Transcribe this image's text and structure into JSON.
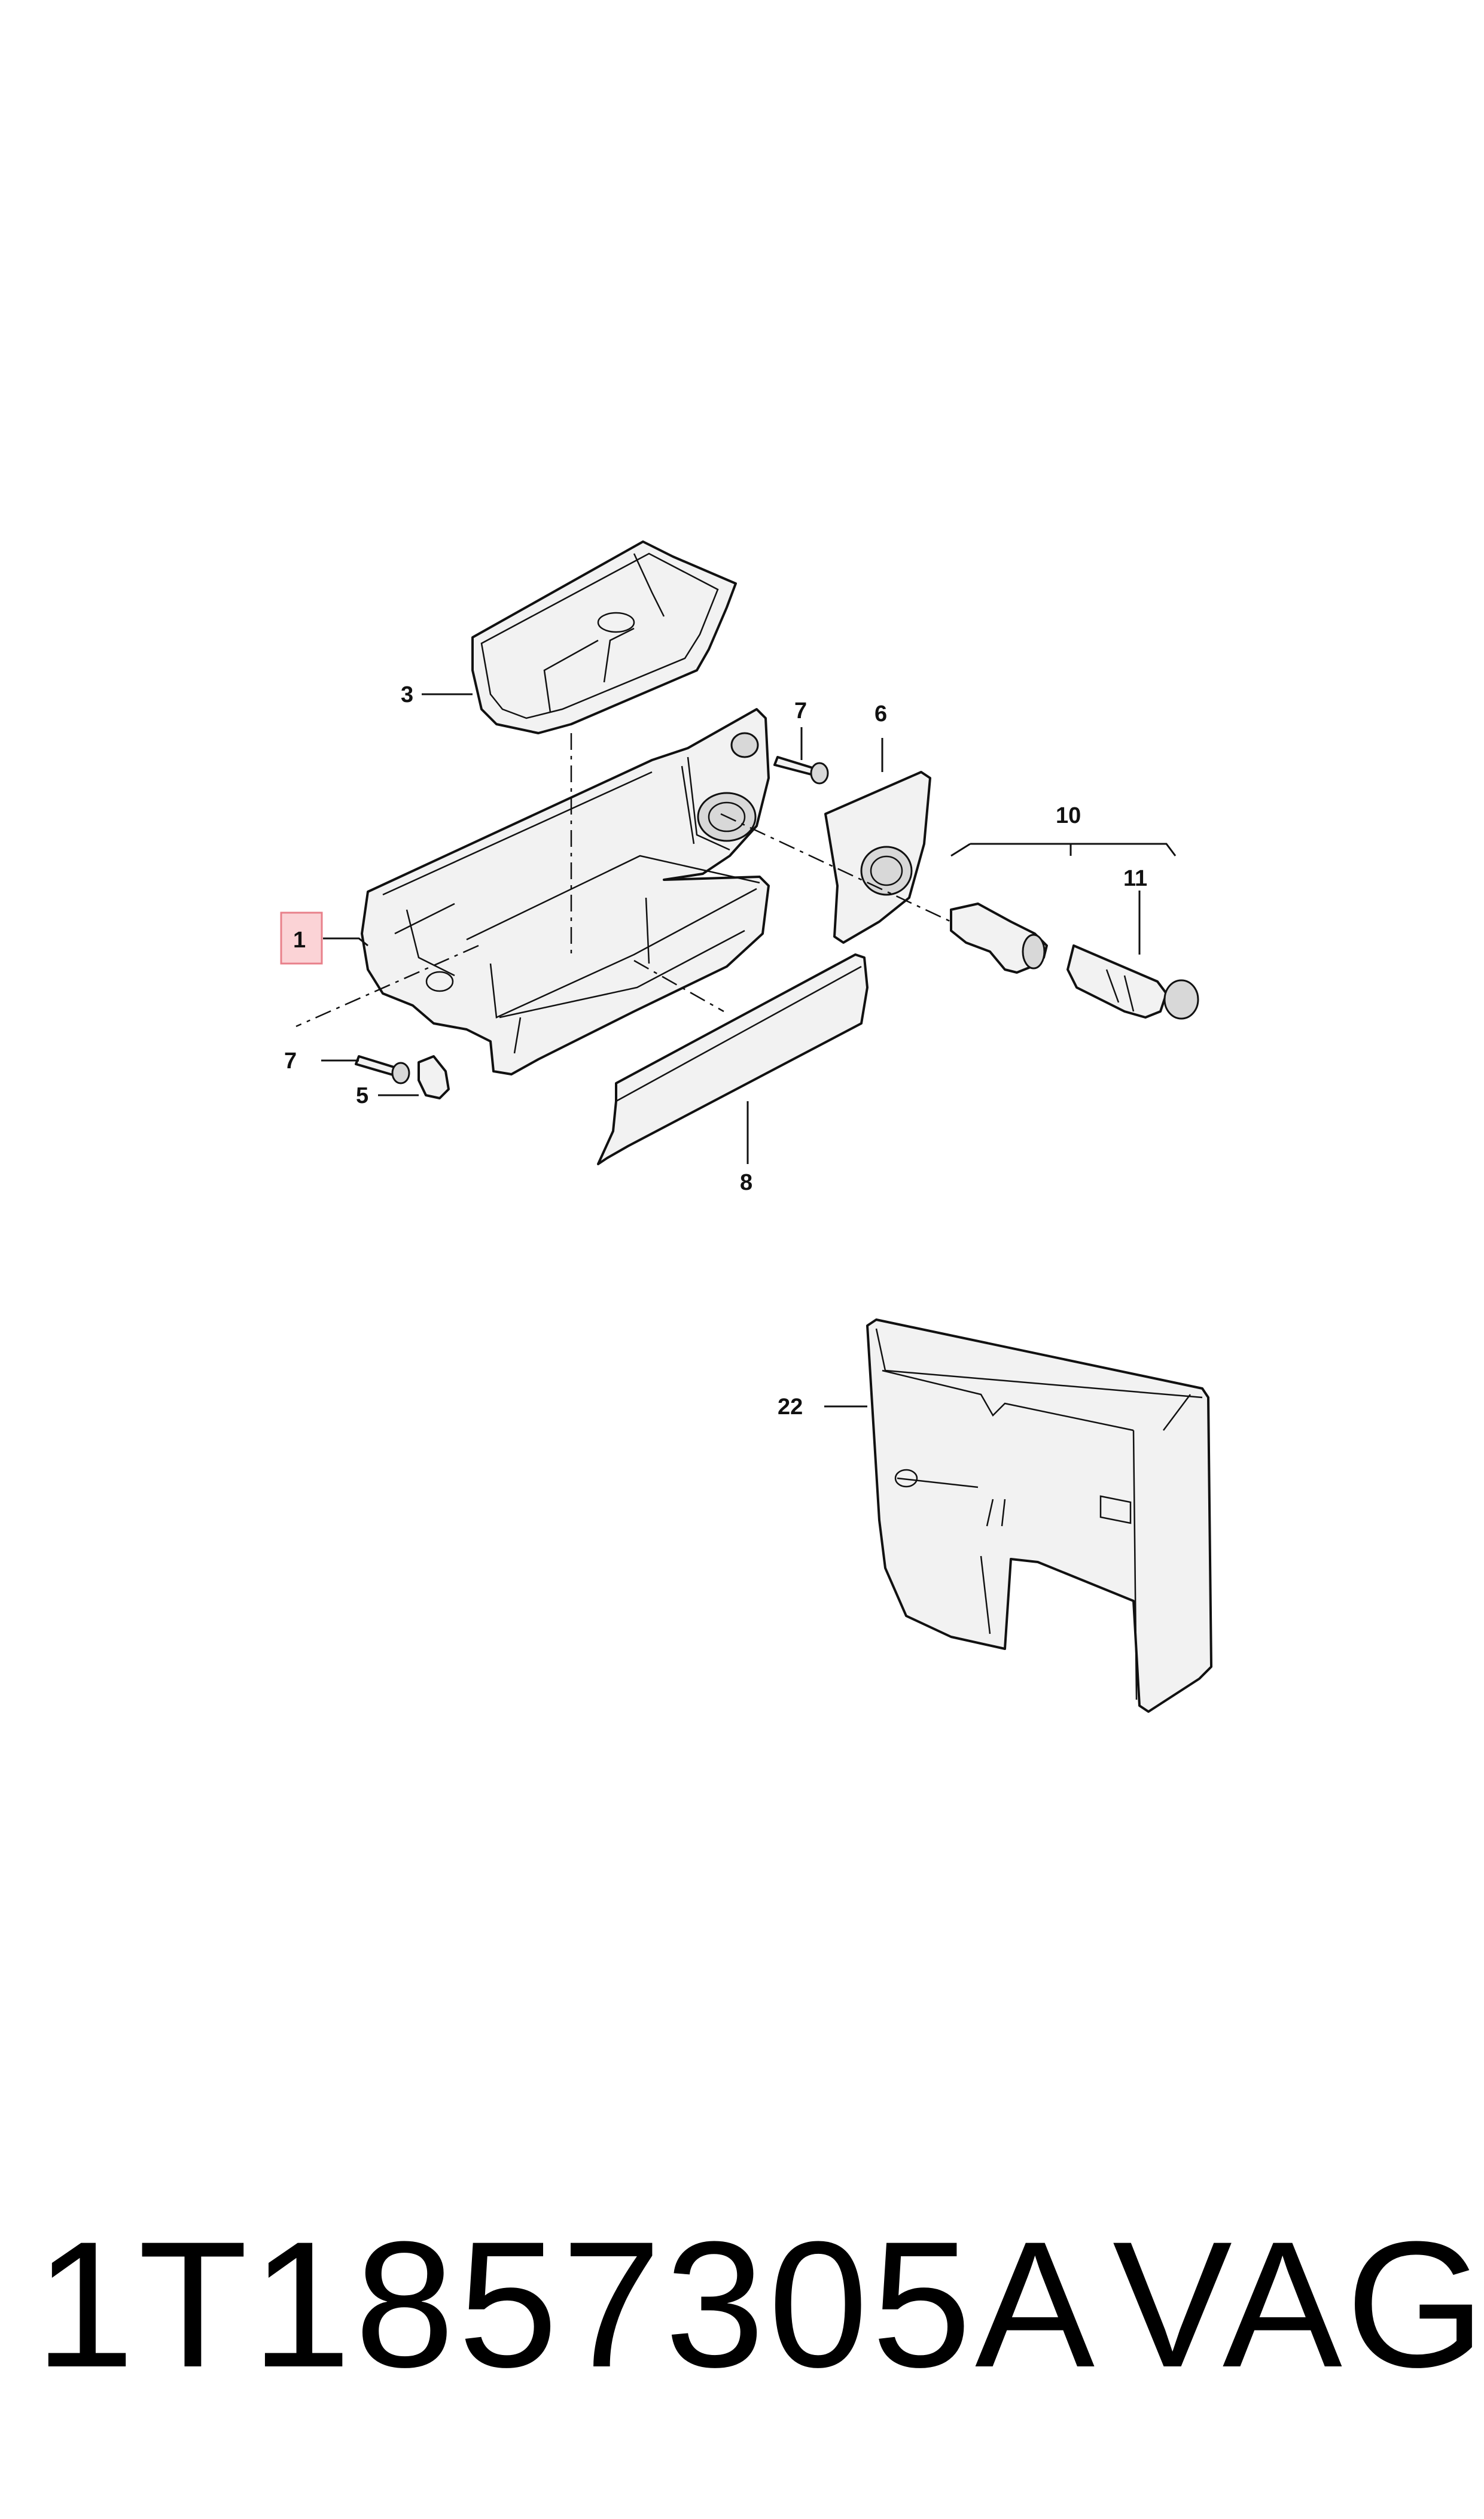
{
  "callouts": {
    "c1": "1",
    "c3": "3",
    "c5": "5",
    "c6": "6",
    "c7a": "7",
    "c7b": "7",
    "c8": "8",
    "c10": "10",
    "c11": "11",
    "c22": "22"
  },
  "footer": {
    "part_number": "1T1857305A",
    "brand": "VAG"
  },
  "colors": {
    "highlight_fill": "#fbd3d6",
    "highlight_stroke": "#e8808a",
    "line": "#111111"
  }
}
